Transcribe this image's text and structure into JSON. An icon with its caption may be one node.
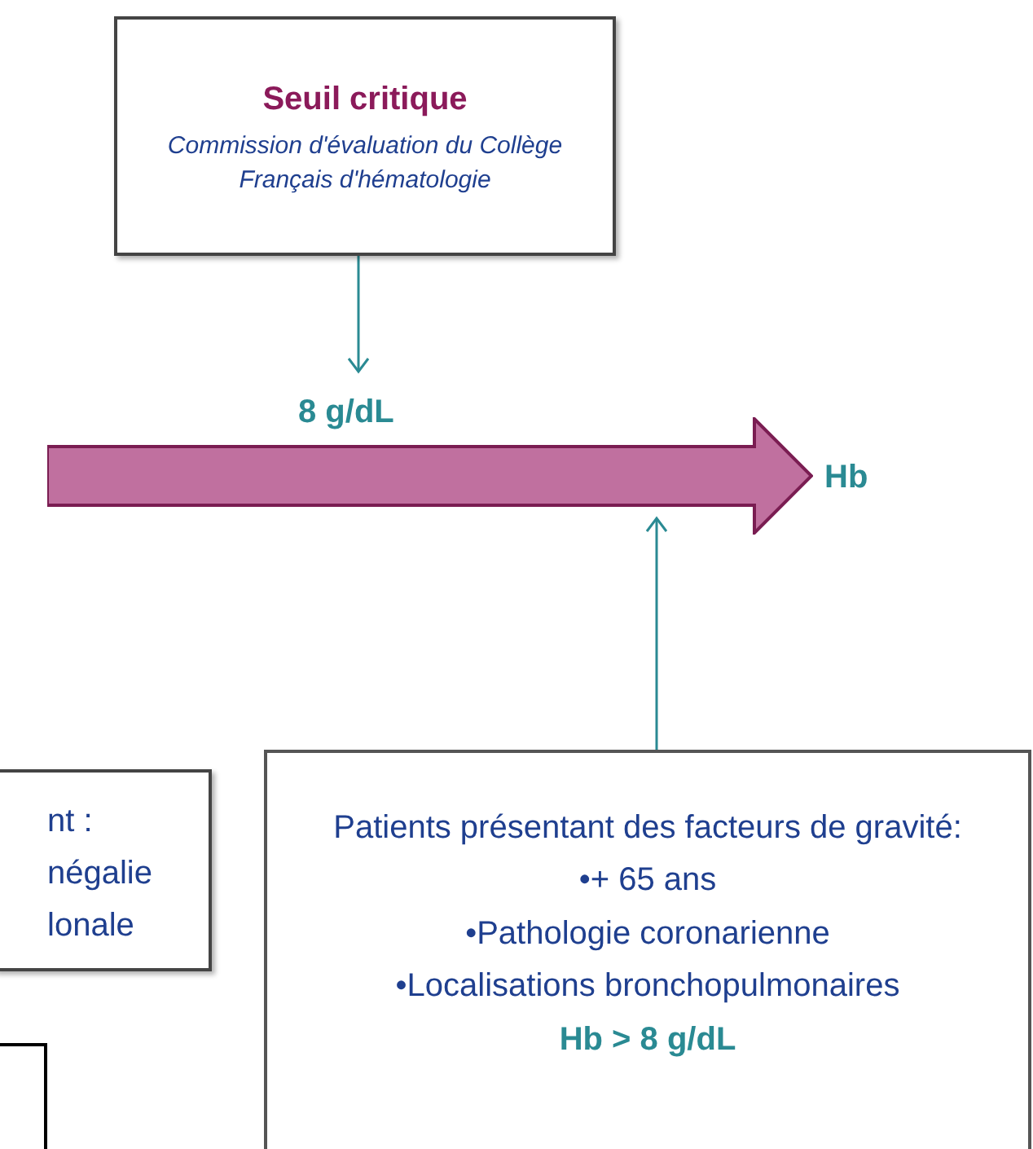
{
  "diagram": {
    "nodes": [
      {
        "text": [
          "Seuil critique",
          "Commission d'évaluation du Collège Français d'hématologie"
        ]
      },
      {
        "text": [],
        "shape": "arrow",
        "beside": [
          "8 g/dL",
          "Hb"
        ]
      },
      {
        "text": [
          "nt : négalie lonale"
        ]
      },
      {
        "text": [
          "Patients présentant des facteurs de gravité:",
          "•+ 65 ans",
          "•Pathologie coronarienne",
          "•Localisations bronchopulmonaires",
          "Hb > 8 g/dL"
        ]
      },
      {
        "text": [],
        "shape": "box"
      }
    ],
    "edges": [
      {
        "from": 0,
        "to": 1,
        "arrow": "to"
      },
      {
        "from": 3,
        "to": 1,
        "arrow": "to"
      }
    ]
  }
}
